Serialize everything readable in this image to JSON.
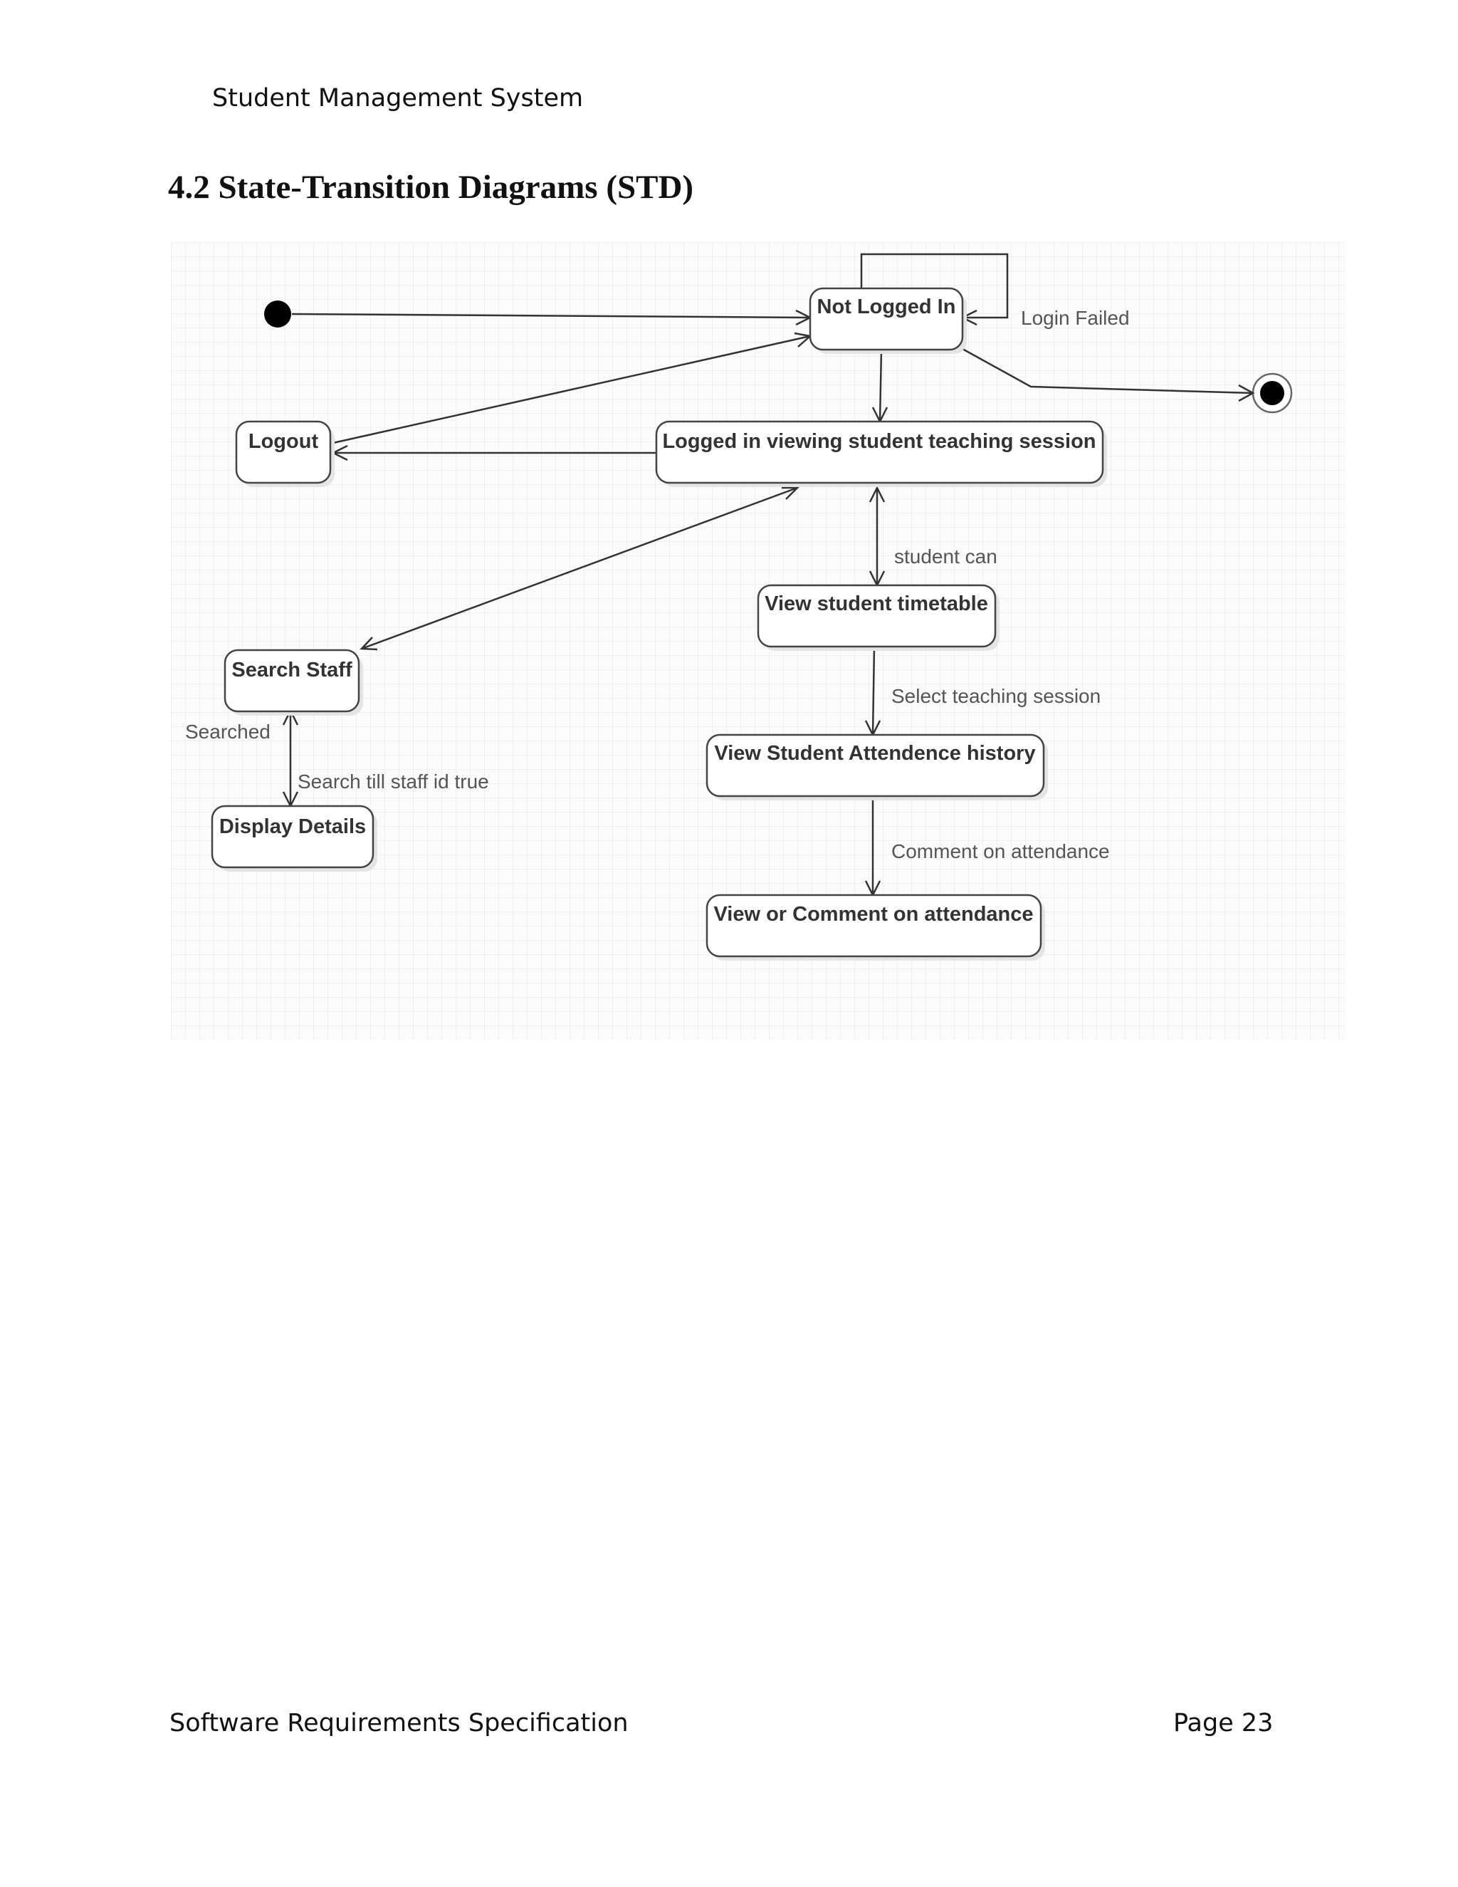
{
  "document": {
    "header": "Student Management System",
    "section_title": "4.2 State-Transition Diagrams (STD)",
    "footer_left": "Software Requirements Specification",
    "footer_right": "Page 23"
  },
  "diagram": {
    "states": {
      "not_logged_in": "Not Logged In",
      "logged_in": "Logged in viewing student teaching session",
      "logout": "Logout",
      "view_timetable": "View student timetable",
      "search_staff": "Search Staff",
      "display_details": "Display Details",
      "attendance_history": "View Student Attendence history",
      "comment_attendance": "View or Comment on attendance"
    },
    "transitions": {
      "login_failed": "Login Failed",
      "student_can": "student can",
      "select_session": "Select teaching session",
      "searched": "Searched",
      "search_till": "Search till staff id true",
      "comment_on": "Comment on attendance"
    },
    "colors": {
      "grid": "#e6e6e6",
      "stroke": "#333333",
      "label": "#555555"
    }
  }
}
